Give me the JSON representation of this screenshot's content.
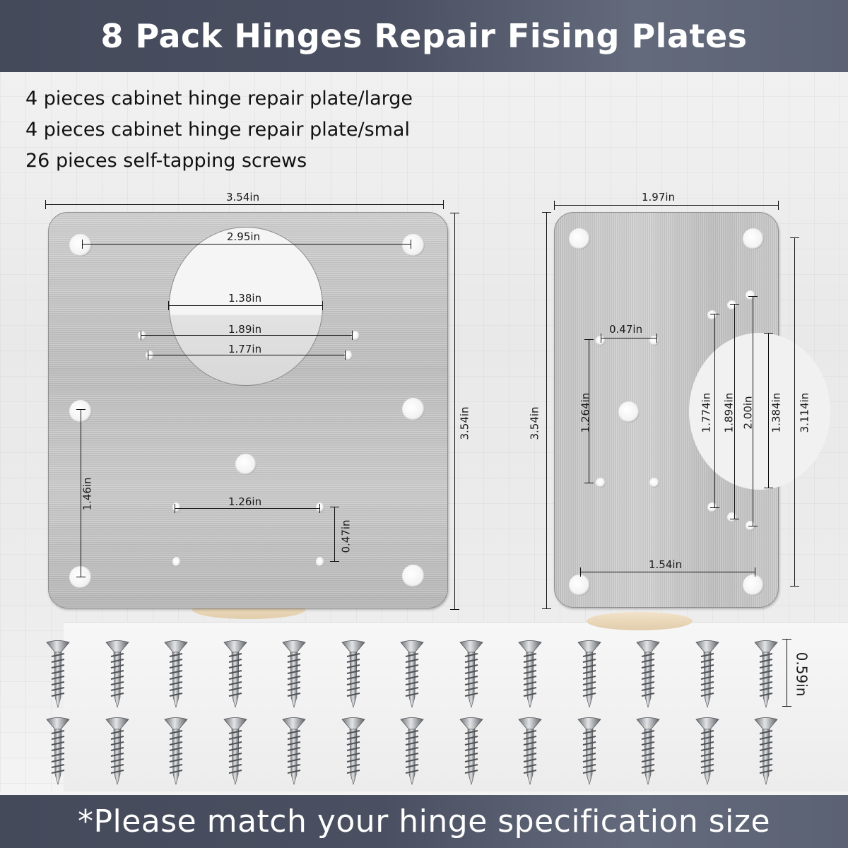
{
  "header": {
    "title": "8 Pack Hinges Repair Fising Plates"
  },
  "contents": {
    "items": [
      "4 pieces cabinet hinge repair plate/large",
      "4 pieces cabinet hinge repair plate/smal",
      "26 pieces self-tapping screws"
    ]
  },
  "large_plate": {
    "width": "3.54in",
    "height": "3.54in",
    "top_hole_spacing": "2.95in",
    "cutout_diameter": "1.38in",
    "slot_spacing_1": "1.89in",
    "slot_spacing_2": "1.77in",
    "side_hole_spacing": "1.46in",
    "lower_hole_spacing": "1.26in",
    "lower_vertical_spacing": "0.47in"
  },
  "small_plate": {
    "width": "1.97in",
    "height": "3.54in",
    "small_hole_spacing": "0.47in",
    "small_hole_offset": "1.264in",
    "hole_row_1": "1.774in",
    "hole_row_2": "1.894in",
    "hole_row_3": "2.00in",
    "cutout_height": "1.384in",
    "hole_span": "3.114in",
    "bottom_hole_spacing": "1.54in"
  },
  "screws": {
    "length": "0.59in",
    "rows": 2,
    "per_row": 13
  },
  "footer": {
    "note": "*Please match your hinge specification size"
  },
  "colors": {
    "banner": "#474d5d",
    "text_dark": "#111111",
    "text_light": "#ffffff"
  }
}
